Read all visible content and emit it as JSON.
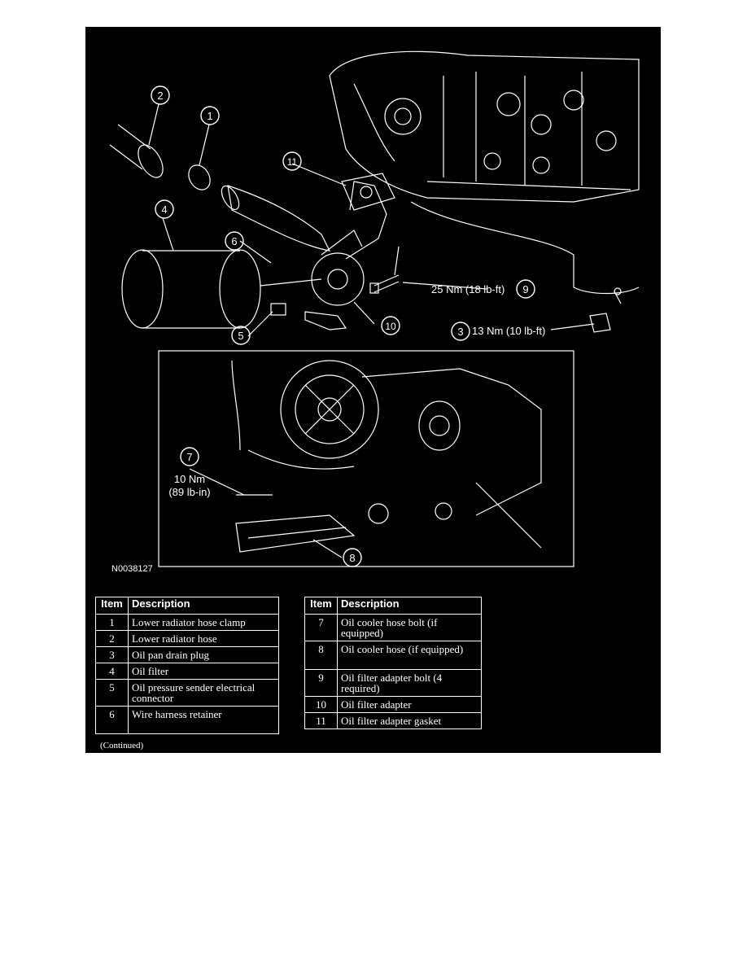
{
  "figure": {
    "id": "N0038127",
    "continued": "(Continued)",
    "callouts": [
      {
        "num": "1"
      },
      {
        "num": "2"
      },
      {
        "num": "3",
        "torque": "13 Nm (10 lb-ft)"
      },
      {
        "num": "4"
      },
      {
        "num": "5"
      },
      {
        "num": "6"
      },
      {
        "num": "7",
        "torque_line1": "10 Nm",
        "torque_line2": "(89 lb-in)"
      },
      {
        "num": "8"
      },
      {
        "num": "9",
        "torque": "25 Nm (18 lb-ft)"
      },
      {
        "num": "10"
      },
      {
        "num": "11"
      }
    ]
  },
  "tables": {
    "header": {
      "item": "Item",
      "description": "Description"
    },
    "left": [
      {
        "item": "1",
        "description": "Lower radiator hose clamp"
      },
      {
        "item": "2",
        "description": "Lower radiator hose"
      },
      {
        "item": "3",
        "description": "Oil pan drain plug"
      },
      {
        "item": "4",
        "description": "Oil filter"
      },
      {
        "item": "5",
        "description": "Oil pressure sender electrical connector"
      },
      {
        "item": "6",
        "description": "Wire harness retainer"
      }
    ],
    "right": [
      {
        "item": "7",
        "description": "Oil cooler hose bolt (if equipped)"
      },
      {
        "item": "8",
        "description": "Oil cooler hose (if equipped)"
      },
      {
        "item": "9",
        "description": "Oil filter adapter bolt (4 required)"
      },
      {
        "item": "10",
        "description": "Oil filter adapter"
      },
      {
        "item": "11",
        "description": "Oil filter adapter gasket"
      }
    ]
  }
}
